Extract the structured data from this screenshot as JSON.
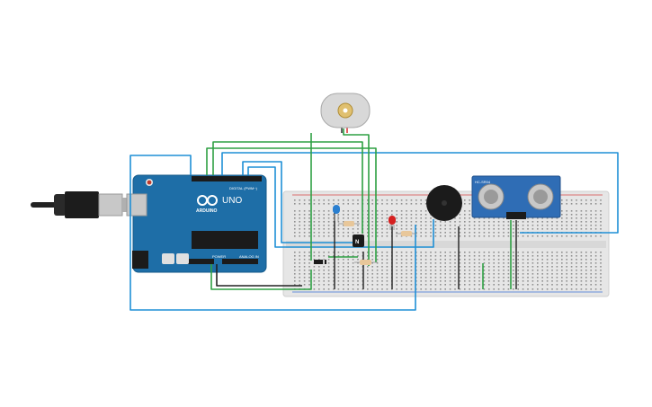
{
  "circuit": {
    "arduino": {
      "brand_label": "ARDUINO",
      "model_label": "UNO",
      "digital_header_label": "DIGITAL (PWM~)",
      "power_header_label": "POWER",
      "analog_header_label": "ANALOG IN"
    },
    "ultrasonic_sensor": {
      "model_label": "HC-SR04"
    },
    "transistor": {
      "type_label": "N"
    },
    "colors": {
      "board_blue": "#1e6ea7",
      "breadboard": "#e6e6e6",
      "wire_blue": "#1e8fd6",
      "wire_green": "#2ea043",
      "wire_black": "#222222",
      "led_red": "#d62020",
      "led_blue": "#2a7fd0",
      "sensor_blue": "#2f6db5",
      "resistor": "#e8c79a"
    }
  }
}
